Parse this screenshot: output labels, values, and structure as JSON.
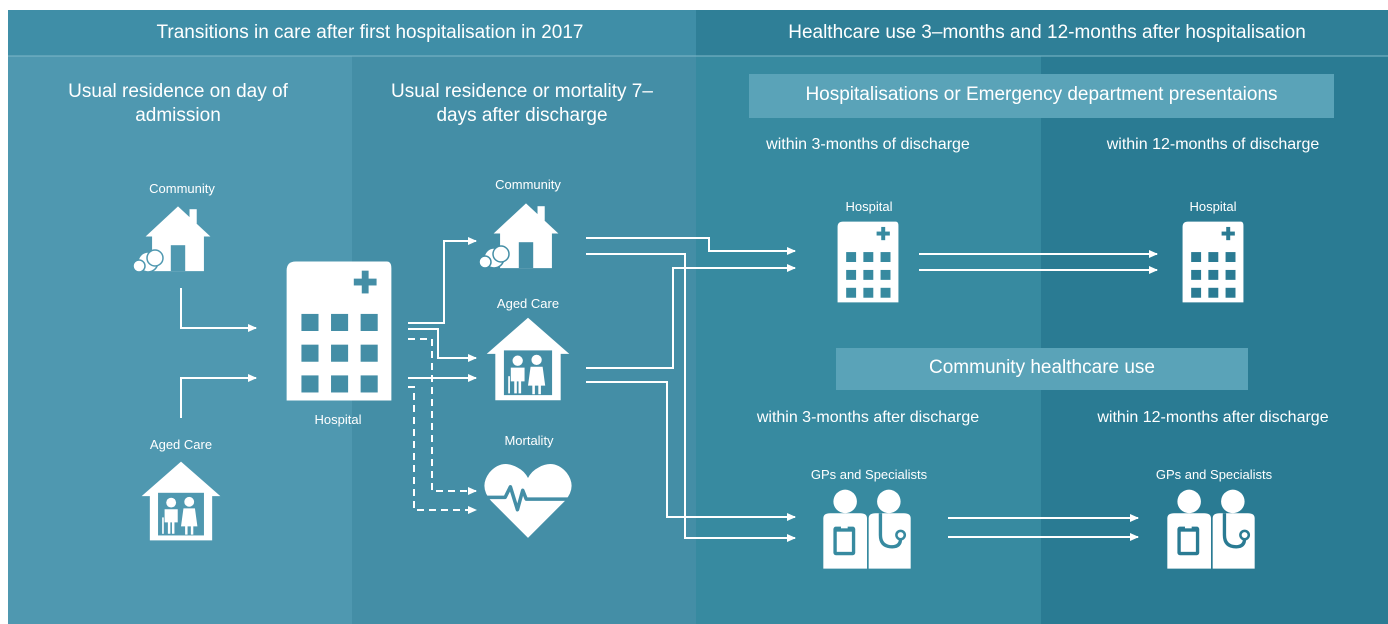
{
  "colors": {
    "panel_left_a": "#4f98b0",
    "panel_left_b": "#448ea6",
    "panel_right_a": "#378aa0",
    "panel_right_b": "#2a7b93",
    "header_band": "#3a8aa3",
    "subbox": "#5aa3b8",
    "foreground": "#ffffff"
  },
  "headers": {
    "left": "Transitions in care after first hospitalisation in 2017",
    "right": "Healthcare use 3–months and 12-months after hospitalisation"
  },
  "columns": {
    "col1_title": "Usual residence on day of admission",
    "col2_title": "Usual residence or mortality 7–days after discharge"
  },
  "boxes": {
    "ed_title": "Hospitalisations or Emergency department presentaions",
    "community_title": "Community healthcare use"
  },
  "periods": {
    "ed_3m": "within 3-months of discharge",
    "ed_12m": "within 12-months of discharge",
    "ch_3m": "within 3-months after discharge",
    "ch_12m": "within 12-months after discharge"
  },
  "labels": {
    "community_in": "Community",
    "aged_care_in": "Aged Care",
    "hospital_main": "Hospital",
    "community_out": "Community",
    "aged_care_out": "Aged Care",
    "mortality": "Mortality",
    "hospital_3m": "Hospital",
    "hospital_12m": "Hospital",
    "gp_3m": "GPs and Specialists",
    "gp_12m": "GPs and Specialists"
  },
  "icons": {
    "community_in": "house-icon",
    "aged_care_in": "aged-care-icon",
    "hospital_main": "hospital-building-icon",
    "community_out": "house-icon",
    "aged_care_out": "aged-care-icon",
    "mortality": "heart-pulse-icon",
    "hospital_3m": "hospital-building-icon",
    "hospital_12m": "hospital-building-icon",
    "gp_3m": "doctors-icon",
    "gp_12m": "doctors-icon"
  }
}
